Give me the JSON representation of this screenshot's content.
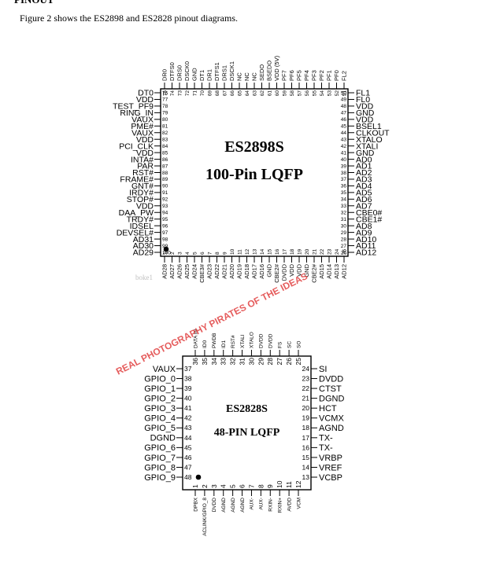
{
  "page": {
    "heading": "PINOUT",
    "intro": "Figure 2 shows the ES2898 and ES2828 pinout diagrams."
  },
  "watermarks": {
    "main": "REAL PHOTOGRAPHY PIRATES OF THE IDEAS",
    "small": "boke1"
  },
  "chip1": {
    "name": "ES2898S",
    "package": "100-Pin LQFP",
    "top_pins": [
      {
        "n": "75",
        "label": "DR0"
      },
      {
        "n": "74",
        "label": "DTFS0"
      },
      {
        "n": "73",
        "label": "DRS0"
      },
      {
        "n": "72",
        "label": "DSCK0"
      },
      {
        "n": "71",
        "label": "GND"
      },
      {
        "n": "70",
        "label": "DT1"
      },
      {
        "n": "69",
        "label": "DR1"
      },
      {
        "n": "68",
        "label": "DTFS1"
      },
      {
        "n": "67",
        "label": "DRS1"
      },
      {
        "n": "66",
        "label": "DSCK1"
      },
      {
        "n": "65",
        "label": "NC"
      },
      {
        "n": "64",
        "label": "NC"
      },
      {
        "n": "63",
        "label": "NC"
      },
      {
        "n": "62",
        "label": "SEDO"
      },
      {
        "n": "61",
        "label": "BSEDO"
      },
      {
        "n": "60",
        "label": "VDD (5V)"
      },
      {
        "n": "59",
        "label": "PF7"
      },
      {
        "n": "58",
        "label": "PF6"
      },
      {
        "n": "57",
        "label": "PF5"
      },
      {
        "n": "56",
        "label": "PF4"
      },
      {
        "n": "55",
        "label": "PF3"
      },
      {
        "n": "54",
        "label": "PF2"
      },
      {
        "n": "53",
        "label": "PF1"
      },
      {
        "n": "52",
        "label": "PF0"
      },
      {
        "n": "51",
        "label": "FL2"
      }
    ],
    "left_pins": [
      {
        "n": "76",
        "label": "DT0"
      },
      {
        "n": "77",
        "label": "VDD"
      },
      {
        "n": "78",
        "label": "TEST_PF9"
      },
      {
        "n": "79",
        "label": "RING_IN"
      },
      {
        "n": "80",
        "label": "VAUX"
      },
      {
        "n": "81",
        "label": "PME#"
      },
      {
        "n": "82",
        "label": "VAUX"
      },
      {
        "n": "83",
        "label": "VDD"
      },
      {
        "n": "84",
        "label": "PCI_CLK"
      },
      {
        "n": "85",
        "label": "VDD"
      },
      {
        "n": "86",
        "label": "INTA#"
      },
      {
        "n": "87",
        "label": "PAR"
      },
      {
        "n": "88",
        "label": "RST#"
      },
      {
        "n": "89",
        "label": "FRAME#"
      },
      {
        "n": "90",
        "label": "GNT#"
      },
      {
        "n": "91",
        "label": "IRDY#"
      },
      {
        "n": "92",
        "label": "STOP#"
      },
      {
        "n": "93",
        "label": "VDD"
      },
      {
        "n": "94",
        "label": "DAA_PW"
      },
      {
        "n": "95",
        "label": "TRDY#"
      },
      {
        "n": "96",
        "label": "IDSEL"
      },
      {
        "n": "97",
        "label": "DEVSEL#"
      },
      {
        "n": "98",
        "label": "AD31"
      },
      {
        "n": "99",
        "label": "AD30"
      },
      {
        "n": "100",
        "label": "AD29"
      }
    ],
    "right_pins": [
      {
        "n": "50",
        "label": "FL1"
      },
      {
        "n": "49",
        "label": "FL0"
      },
      {
        "n": "48",
        "label": "VDD"
      },
      {
        "n": "47",
        "label": "GND"
      },
      {
        "n": "46",
        "label": "VDD"
      },
      {
        "n": "45",
        "label": "BSEL1"
      },
      {
        "n": "44",
        "label": "CLKOUT"
      },
      {
        "n": "43",
        "label": "XTALO"
      },
      {
        "n": "42",
        "label": "XTALI"
      },
      {
        "n": "41",
        "label": "GND"
      },
      {
        "n": "40",
        "label": "AD0"
      },
      {
        "n": "39",
        "label": "AD1"
      },
      {
        "n": "38",
        "label": "AD2"
      },
      {
        "n": "37",
        "label": "AD3"
      },
      {
        "n": "36",
        "label": "AD4"
      },
      {
        "n": "35",
        "label": "AD5"
      },
      {
        "n": "34",
        "label": "AD6"
      },
      {
        "n": "33",
        "label": "AD7"
      },
      {
        "n": "32",
        "label": "CBE0#"
      },
      {
        "n": "31",
        "label": "CBE1#"
      },
      {
        "n": "30",
        "label": "AD8"
      },
      {
        "n": "29",
        "label": "AD9"
      },
      {
        "n": "28",
        "label": "AD10"
      },
      {
        "n": "27",
        "label": "AD11"
      },
      {
        "n": "26",
        "label": "AD12"
      }
    ],
    "bottom_pins": [
      {
        "n": "1",
        "label": "AD28"
      },
      {
        "n": "2",
        "label": "AD27"
      },
      {
        "n": "3",
        "label": "AD26"
      },
      {
        "n": "4",
        "label": "AD25"
      },
      {
        "n": "5",
        "label": "AD24"
      },
      {
        "n": "6",
        "label": "CBE3#"
      },
      {
        "n": "7",
        "label": "AD23"
      },
      {
        "n": "8",
        "label": "AD22"
      },
      {
        "n": "9",
        "label": "AD21"
      },
      {
        "n": "10",
        "label": "AD20"
      },
      {
        "n": "11",
        "label": "AD19"
      },
      {
        "n": "12",
        "label": "AD18"
      },
      {
        "n": "13",
        "label": "AD17"
      },
      {
        "n": "14",
        "label": "AD16"
      },
      {
        "n": "15",
        "label": "GND"
      },
      {
        "n": "16",
        "label": "CBE2#"
      },
      {
        "n": "17",
        "label": "DVDD"
      },
      {
        "n": "18",
        "label": "VDD"
      },
      {
        "n": "19",
        "label": "VDD"
      },
      {
        "n": "20",
        "label": "GND"
      },
      {
        "n": "21",
        "label": "CBE2#"
      },
      {
        "n": "22",
        "label": "AD15"
      },
      {
        "n": "23",
        "label": "AD14"
      },
      {
        "n": "24",
        "label": "AD13"
      },
      {
        "n": "25",
        "label": "AD12"
      }
    ]
  },
  "chip2": {
    "name": "ES2828S",
    "package": "48-PIN LQFP",
    "top_pins": [
      {
        "n": "36",
        "label": "DATA IN"
      },
      {
        "n": "35",
        "label": "ID0"
      },
      {
        "n": "34",
        "label": "PWDB"
      },
      {
        "n": "33",
        "label": "ID1"
      },
      {
        "n": "32",
        "label": "RST#"
      },
      {
        "n": "31",
        "label": "XTALI"
      },
      {
        "n": "30",
        "label": "XTALO"
      },
      {
        "n": "29",
        "label": "DVDD"
      },
      {
        "n": "28",
        "label": "DVDD"
      },
      {
        "n": "27",
        "label": "FS"
      },
      {
        "n": "26",
        "label": "SC"
      },
      {
        "n": "25",
        "label": "SO"
      }
    ],
    "left_pins": [
      {
        "n": "37",
        "label": "VAUX"
      },
      {
        "n": "38",
        "label": "GPIO_0"
      },
      {
        "n": "39",
        "label": "GPIO_1"
      },
      {
        "n": "40",
        "label": "GPIO_2"
      },
      {
        "n": "41",
        "label": "GPIO_3"
      },
      {
        "n": "42",
        "label": "GPIO_4"
      },
      {
        "n": "43",
        "label": "GPIO_5"
      },
      {
        "n": "44",
        "label": "DGND"
      },
      {
        "n": "45",
        "label": "GPIO_6"
      },
      {
        "n": "46",
        "label": "GPIO_7"
      },
      {
        "n": "47",
        "label": "GPIO_8"
      },
      {
        "n": "48",
        "label": "GPIO_9"
      }
    ],
    "right_pins": [
      {
        "n": "24",
        "label": "SI"
      },
      {
        "n": "23",
        "label": "DVDD"
      },
      {
        "n": "22",
        "label": "CTST"
      },
      {
        "n": "21",
        "label": "DGND"
      },
      {
        "n": "20",
        "label": "HCT"
      },
      {
        "n": "19",
        "label": "VCMX"
      },
      {
        "n": "18",
        "label": "AGND"
      },
      {
        "n": "17",
        "label": "TX-"
      },
      {
        "n": "16",
        "label": "TX-"
      },
      {
        "n": "15",
        "label": "VRBP"
      },
      {
        "n": "14",
        "label": "VREF"
      },
      {
        "n": "13",
        "label": "VCBP"
      }
    ],
    "bottom_pins": [
      {
        "n": "1",
        "label": "DPBX"
      },
      {
        "n": "2",
        "label": "ACLINK/GPIO_8"
      },
      {
        "n": "3",
        "label": "DVDD"
      },
      {
        "n": "4",
        "label": "AGND"
      },
      {
        "n": "5",
        "label": "AGND"
      },
      {
        "n": "6",
        "label": "AGND"
      },
      {
        "n": "7",
        "label": "AUX-"
      },
      {
        "n": "8",
        "label": "AUX-"
      },
      {
        "n": "9",
        "label": "RXIN-"
      },
      {
        "n": "10",
        "label": "RXIN+"
      },
      {
        "n": "11",
        "label": "AVDD"
      },
      {
        "n": "12",
        "label": "VCM"
      }
    ]
  }
}
